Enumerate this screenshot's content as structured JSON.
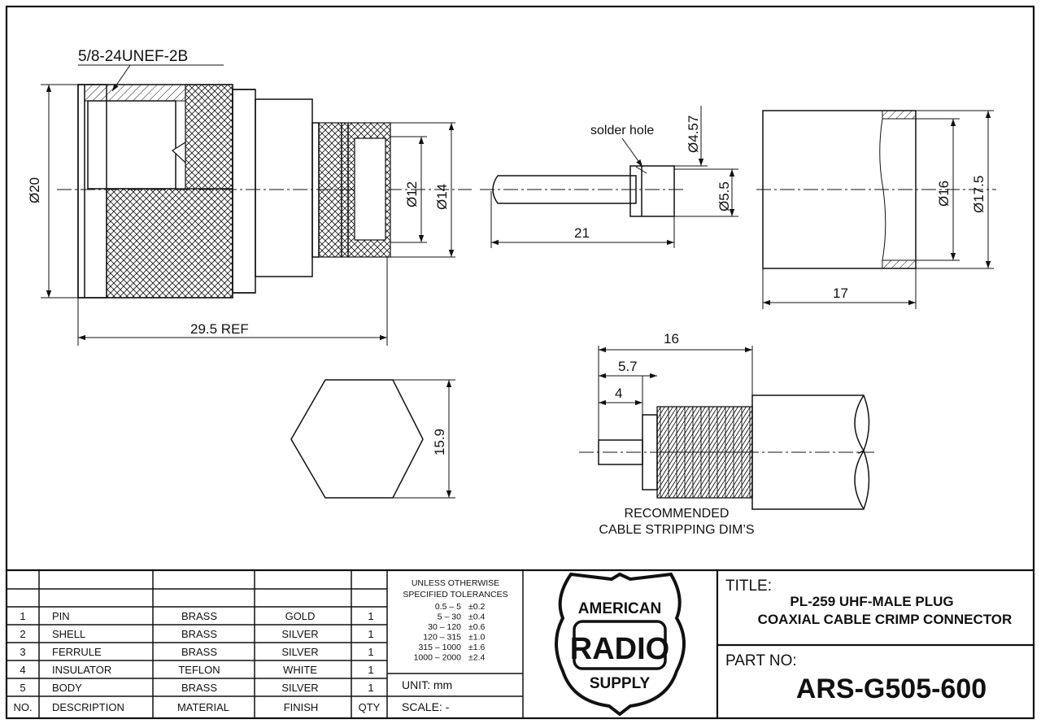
{
  "thread_callout": "5/8-24UNEF-2B",
  "dimensions": {
    "plug_diameter": "Ø20",
    "body_diameter_1": "Ø12",
    "body_diameter_2": "Ø14",
    "overall_length": "29.5 REF",
    "pin_hole": "Ø4.57",
    "pin_diameter": "Ø5.5",
    "pin_length": "21",
    "ferrule_inner": "Ø16",
    "ferrule_outer": "Ø17.5",
    "ferrule_length": "17",
    "hex_across_flats": "15.9",
    "strip_total": "16",
    "strip_dielectric": "5.7",
    "strip_center": "4"
  },
  "labels": {
    "solder_hole": "solder hole",
    "strip_title_1": "RECOMMENDED",
    "strip_title_2": "CABLE STRIPPING DIM’S"
  },
  "bom": {
    "headers": {
      "no": "NO.",
      "description": "DESCRIPTION",
      "material": "MATERIAL",
      "finish": "FINISH",
      "qty": "QTY"
    },
    "rows": [
      {
        "no": "1",
        "description": "PIN",
        "material": "BRASS",
        "finish": "GOLD",
        "qty": "1"
      },
      {
        "no": "2",
        "description": "SHELL",
        "material": "BRASS",
        "finish": "SILVER",
        "qty": "1"
      },
      {
        "no": "3",
        "description": "FERRULE",
        "material": "BRASS",
        "finish": "SILVER",
        "qty": "1"
      },
      {
        "no": "4",
        "description": "INSULATOR",
        "material": "TEFLON",
        "finish": "WHITE",
        "qty": "1"
      },
      {
        "no": "5",
        "description": "BODY",
        "material": "BRASS",
        "finish": "SILVER",
        "qty": "1"
      }
    ]
  },
  "tolerances": {
    "heading_1": "UNLESS OTHERWISE",
    "heading_2": "SPECIFIED TOLERANCES",
    "rows": [
      {
        "range": "0.5 – 5",
        "tol": "±0.2"
      },
      {
        "range": "5 – 30",
        "tol": "±0.4"
      },
      {
        "range": "30 – 120",
        "tol": "±0.6"
      },
      {
        "range": "120 – 315",
        "tol": "±1.0"
      },
      {
        "range": "315 – 1000",
        "tol": "±1.6"
      },
      {
        "range": "1000 – 2000",
        "tol": "±2.4"
      }
    ],
    "unit": "UNIT:  mm",
    "scale": "SCALE:  -"
  },
  "logo": {
    "line1": "AMERICAN",
    "line2": "RADIO",
    "line3": "SUPPLY"
  },
  "title_block": {
    "title_label": "TITLE:",
    "title_line1": "PL-259 UHF-MALE PLUG",
    "title_line2": "COAXIAL CABLE CRIMP CONNECTOR",
    "part_label": "PART NO:",
    "part_number": "ARS-G505-600"
  }
}
